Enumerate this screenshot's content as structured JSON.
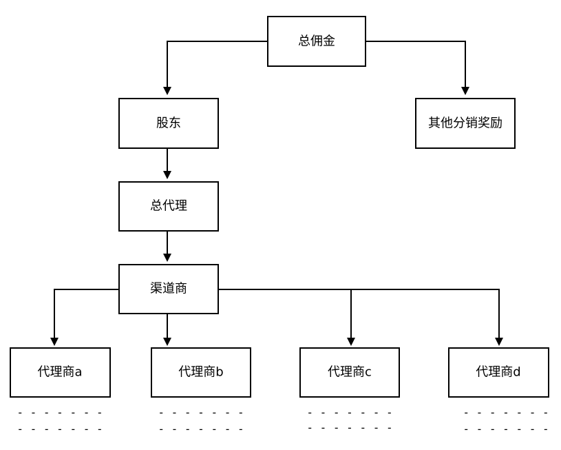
{
  "nodes": {
    "root": "总佣金",
    "shareholder": "股东",
    "other_reward": "其他分销奖励",
    "general_agent": "总代理",
    "channel": "渠道商",
    "agent_a": "代理商a",
    "agent_b": "代理商b",
    "agent_c": "代理商c",
    "agent_d": "代理商d"
  },
  "continuation": "- - - - - - -"
}
